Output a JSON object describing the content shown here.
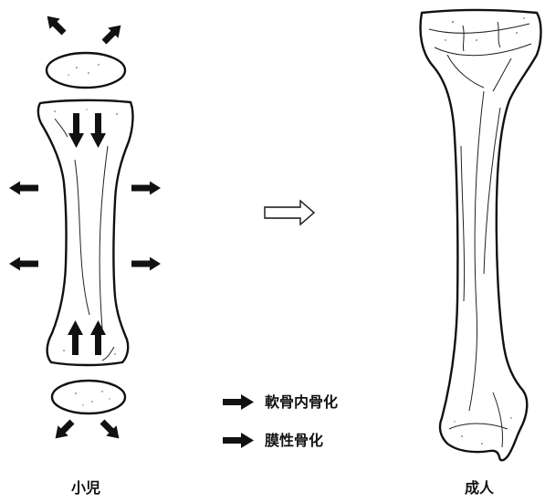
{
  "legend": {
    "items": [
      {
        "label": "軟骨内骨化"
      },
      {
        "label": "膜性骨化"
      }
    ]
  },
  "captions": {
    "child": "小児",
    "adult": "成人"
  },
  "colors": {
    "ink": "#111111",
    "paper": "#ffffff"
  },
  "icons": {
    "transition": "hollow-right-arrow",
    "legend_marker": "solid-right-arrow"
  }
}
